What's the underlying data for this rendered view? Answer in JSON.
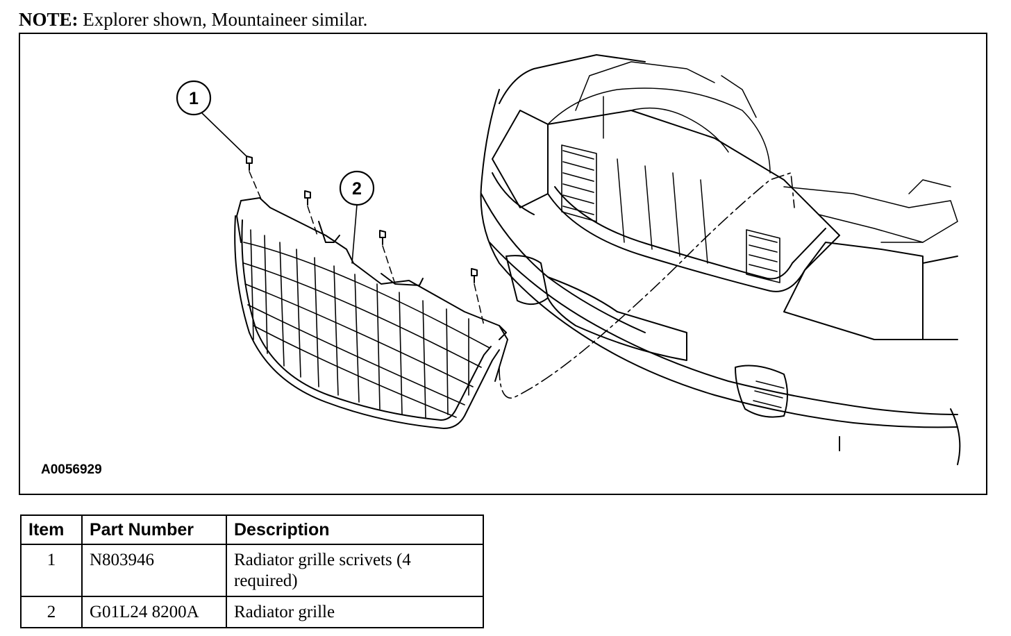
{
  "note": {
    "label": "NOTE:",
    "text": " Explorer shown, Mountaineer similar."
  },
  "figure": {
    "id": "A0056929",
    "callouts": [
      "1",
      "2"
    ]
  },
  "table": {
    "headers": [
      "Item",
      "Part Number",
      "Description"
    ],
    "rows": [
      {
        "item": "1",
        "part_number": "N803946",
        "description": "Radiator grille scrivets (4 required)"
      },
      {
        "item": "2",
        "part_number": "G01L24 8200A",
        "description": "Radiator grille"
      }
    ]
  }
}
